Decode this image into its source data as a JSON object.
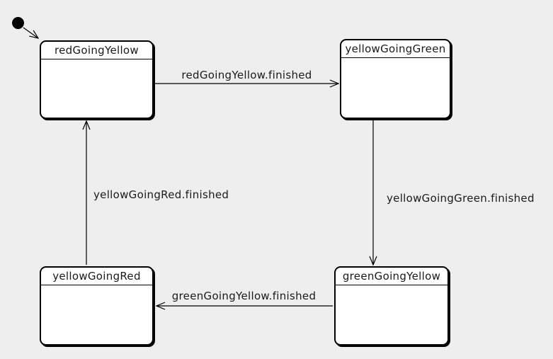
{
  "diagram": {
    "type": "uml-state-machine",
    "colors": {
      "background": "#eeeeee",
      "state_fill": "#ffffff",
      "stroke": "#000000"
    },
    "initial": {
      "marker": "initial-state-dot",
      "target": "redGoingYellow"
    },
    "states": [
      {
        "name": "redGoingYellow"
      },
      {
        "name": "yellowGoingGreen"
      },
      {
        "name": "greenGoingYellow"
      },
      {
        "name": "yellowGoingRed"
      }
    ],
    "transitions": [
      {
        "from": "redGoingYellow",
        "to": "yellowGoingGreen",
        "label": "redGoingYellow.finished"
      },
      {
        "from": "yellowGoingGreen",
        "to": "greenGoingYellow",
        "label": "yellowGoingGreen.finished"
      },
      {
        "from": "greenGoingYellow",
        "to": "yellowGoingRed",
        "label": "greenGoingYellow.finished"
      },
      {
        "from": "yellowGoingRed",
        "to": "redGoingYellow",
        "label": "yellowGoingRed.finished"
      }
    ]
  }
}
